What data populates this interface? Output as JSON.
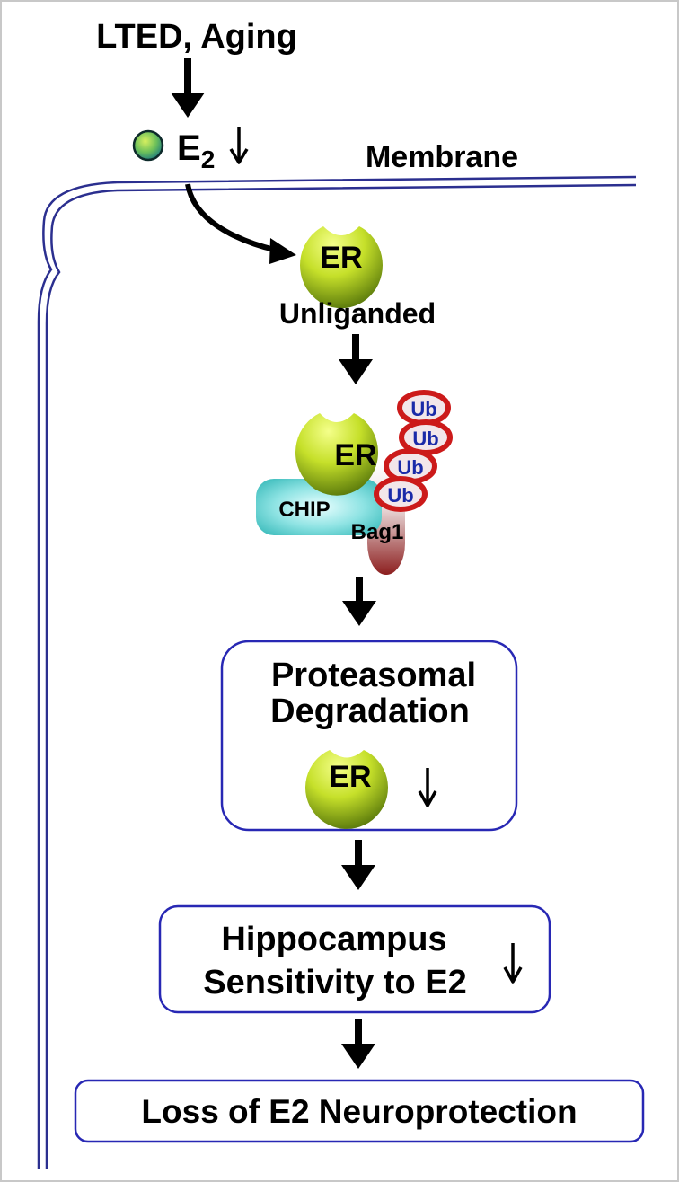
{
  "trigger": {
    "label": "LTED, Aging"
  },
  "estradiol": {
    "symbol": "E",
    "subscript": "2",
    "change": "decrease"
  },
  "membrane": {
    "label": "Membrane"
  },
  "receptor": {
    "label": "ER",
    "state_label": "Unliganded"
  },
  "complex": {
    "receptor_label": "ER",
    "chip_label": "CHIP",
    "bag1_label": "Bag1",
    "ubiquitin_labels": [
      "Ub",
      "Ub",
      "Ub",
      "Ub"
    ]
  },
  "degradation_box": {
    "line1": "Proteasomal",
    "line2": "Degradation",
    "receptor_label": "ER",
    "change": "decrease"
  },
  "sensitivity_box": {
    "line1": "Hippocampus",
    "line2": "Sensitivity to E2",
    "change": "decrease"
  },
  "outcome_box": {
    "label": "Loss of E2 Neuroprotection"
  },
  "colors": {
    "membrane": "#2b2f8f",
    "box_border": "#2828b4",
    "ub_fill": "#f2e6ea",
    "ub_border": "#cc1a1a",
    "ub_text": "#1a2aa8",
    "chip": "#5fcfcf",
    "er_light": "#f4ff8a",
    "er_dark": "#4e6e08"
  }
}
